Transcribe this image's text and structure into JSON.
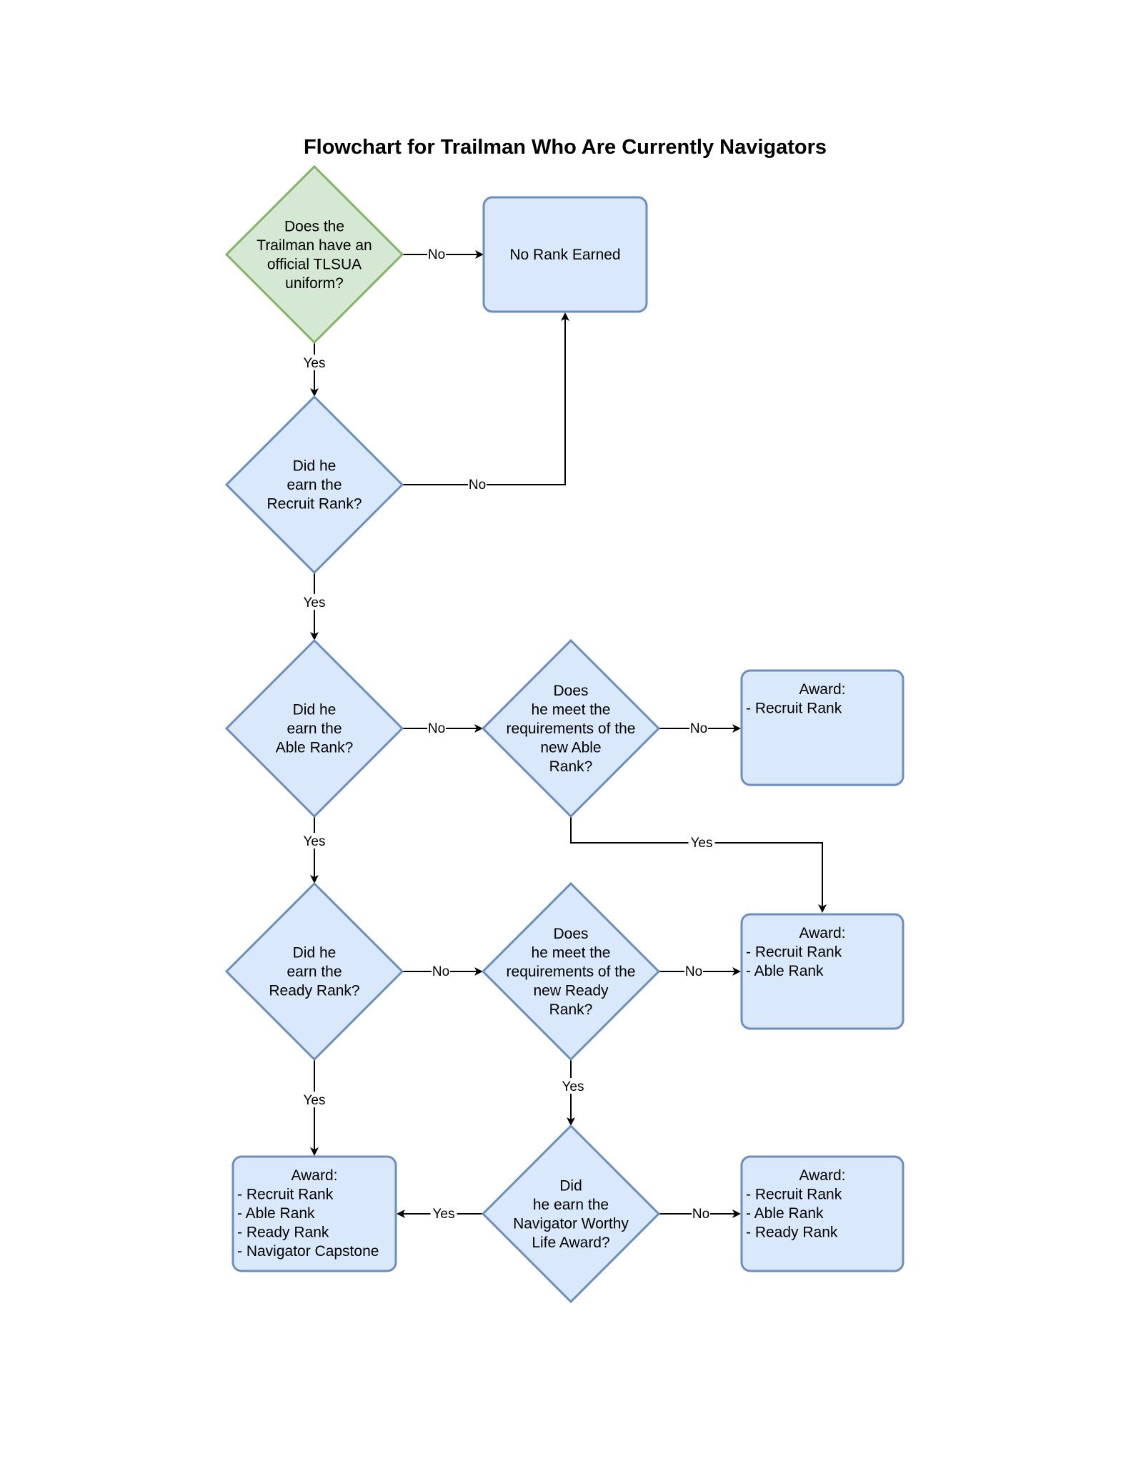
{
  "title": "Flowchart for Trailman Who Are Currently Navigators",
  "colors": {
    "start_fill": "#d5e8d4",
    "start_stroke": "#82b366",
    "node_fill": "#dae8fc",
    "node_stroke": "#6c8ebf",
    "line": "#000000"
  },
  "nodes": {
    "uniform": [
      "Does the",
      "Trailman have an",
      "official TLSUA",
      "uniform?"
    ],
    "no_rank": [
      "No Rank Earned"
    ],
    "recruit": [
      "Did he",
      "earn the",
      "Recruit Rank?"
    ],
    "able": [
      "Did he",
      "earn the",
      "Able Rank?"
    ],
    "meet_able": [
      "Does",
      "he meet the",
      "requirements of the",
      "new Able",
      "Rank?"
    ],
    "award_recruit": [
      "Award:",
      "- Recruit Rank"
    ],
    "ready": [
      "Did he",
      "earn the",
      "Ready Rank?"
    ],
    "meet_ready": [
      "Does",
      "he meet the",
      "requirements of the",
      "new Ready",
      "Rank?"
    ],
    "award_recruit_able": [
      "Award:",
      "- Recruit Rank",
      "- Able Rank"
    ],
    "award_all": [
      "Award:",
      "- Recruit Rank",
      "- Able Rank",
      "- Ready Rank",
      "- Navigator Capstone"
    ],
    "navigator_worthy": [
      "Did",
      "he earn the",
      "Navigator Worthy",
      "Life Award?"
    ],
    "award_recruit_able_ready": [
      "Award:",
      "- Recruit Rank",
      "- Able Rank",
      "- Ready Rank"
    ]
  },
  "edges": {
    "uniform_no": "No",
    "uniform_yes": "Yes",
    "recruit_no": "No",
    "recruit_yes": "Yes",
    "able_no": "No",
    "able_yes": "Yes",
    "meet_able_no": "No",
    "meet_able_yes": "Yes",
    "ready_no": "No",
    "ready_yes": "Yes",
    "meet_ready_no": "No",
    "meet_ready_yes": "Yes",
    "navigator_yes": "Yes",
    "navigator_no": "No"
  }
}
